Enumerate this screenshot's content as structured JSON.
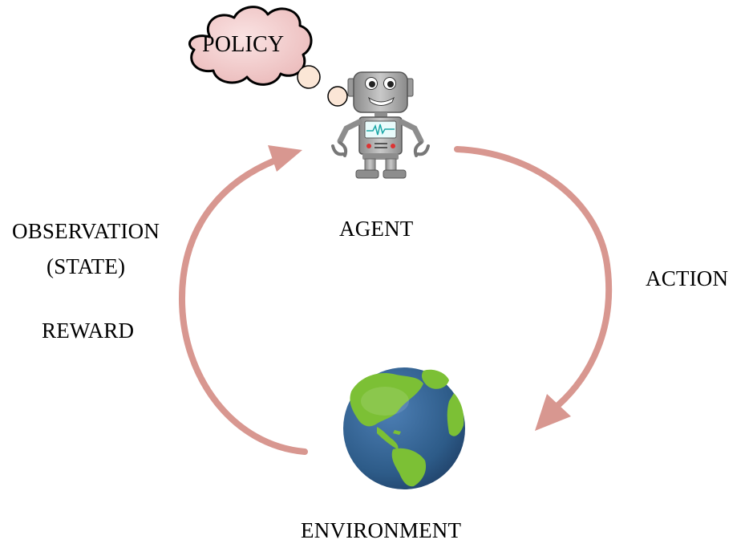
{
  "diagram": {
    "policy_label": "POLICY",
    "agent_label": "AGENT",
    "action_label": "ACTION",
    "observation_label": "OBSERVATION",
    "state_label": "(STATE)",
    "reward_label": "REWARD",
    "environment_label": "ENVIRONMENT",
    "icons": {
      "agent": "robot-icon",
      "environment": "globe-icon",
      "policy": "thought-cloud-icon"
    },
    "colors": {
      "arrow": "#d89790",
      "cloud_fill": "#f2c9c9",
      "cloud_stroke": "#000000",
      "globe_ocean": "#2d5b88",
      "globe_land": "#7cc035",
      "robot_body": "#a8a8a8"
    }
  }
}
